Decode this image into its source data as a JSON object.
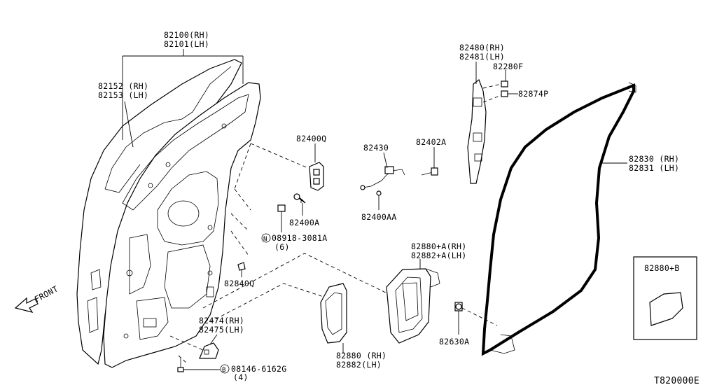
{
  "parts": {
    "p82100": "82100(RH)",
    "p82101": "82101(LH)",
    "p82152": "82152 (RH)",
    "p82153": "82153 (LH)",
    "p82400q": "82400Q",
    "p82430": "82430",
    "p82402a": "82402A",
    "p82480": "82480(RH)",
    "p82481": "82481(LH)",
    "p82280f": "82280F",
    "p82874p": "82874P",
    "p82830": "82830 (RH)",
    "p82831": "82831 (LH)",
    "p82400a": "82400A",
    "p82400aa": "82400AA",
    "p08918": "08918-3081A",
    "p08918qty": "(6)",
    "p82880a": "82880+A(RH)",
    "p82882a": "82882+A(LH)",
    "p82880b": "82880+B",
    "p82840q": "82840Q",
    "p82474": "82474(RH)",
    "p82475": "82475(LH)",
    "p82880": "82880 (RH)",
    "p82882": "82882(LH)",
    "p82630a": "82630A",
    "p08146": "08146-6162G",
    "p08146qty": "(4)"
  },
  "callouts": {
    "n_symbol": "N",
    "b_symbol": "B"
  },
  "direction_label": "FRONT",
  "diagram_id": "T820000E"
}
